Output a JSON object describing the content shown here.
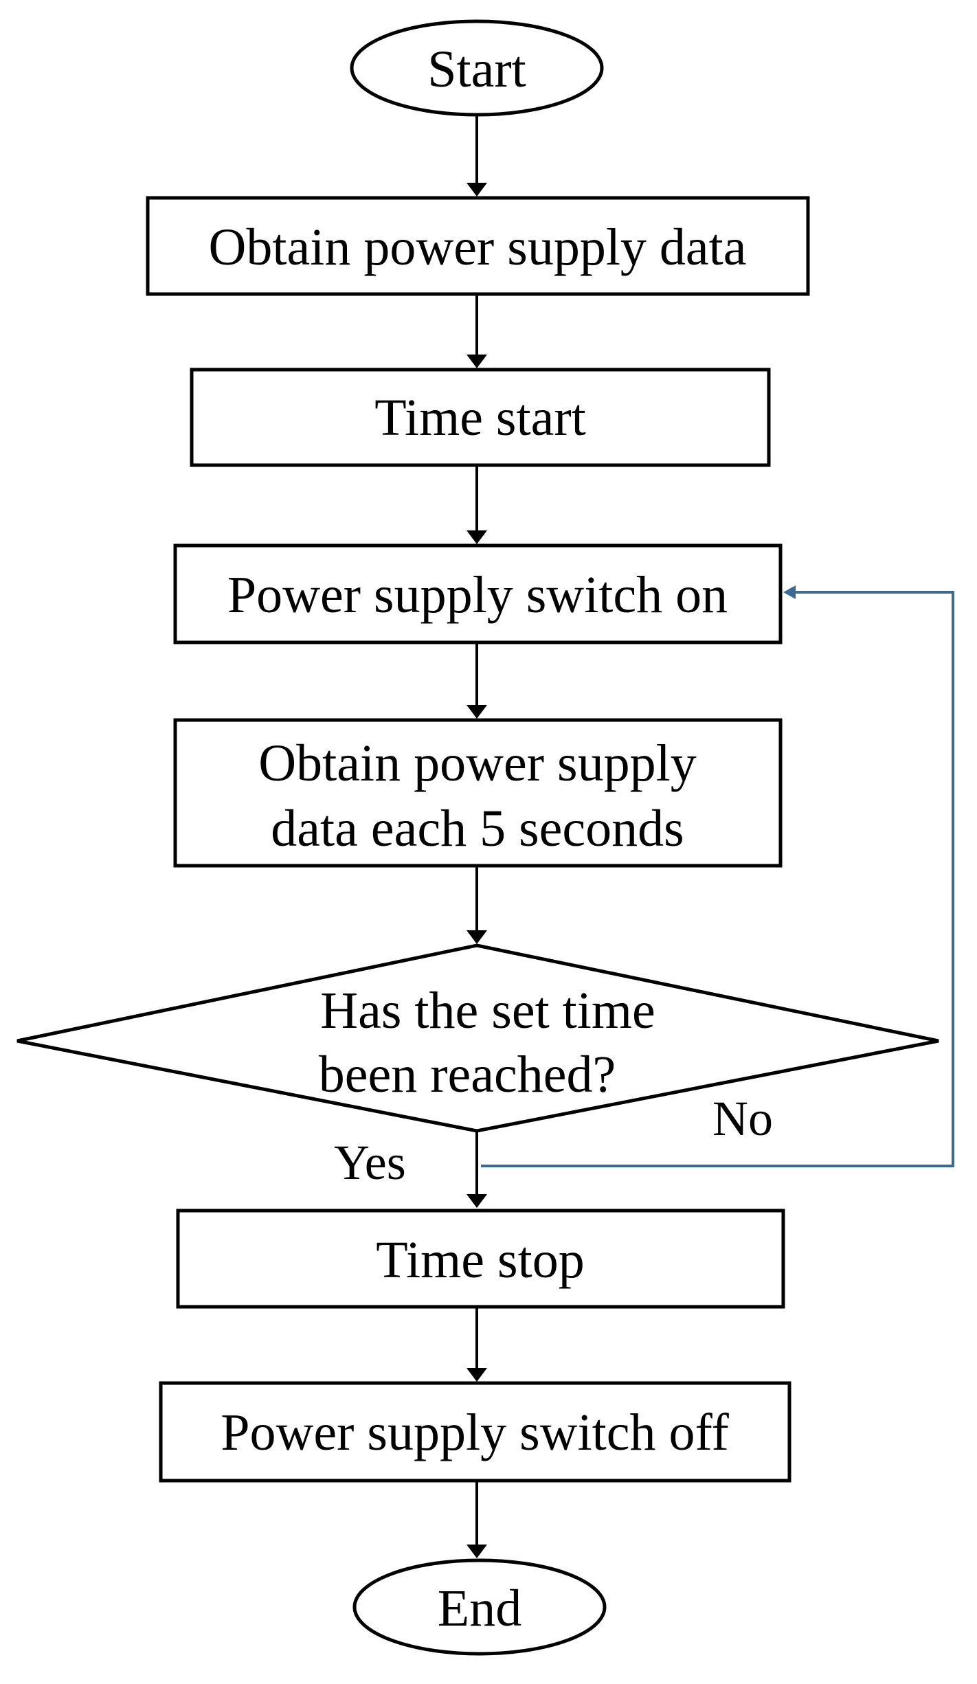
{
  "flowchart": {
    "start": "Start",
    "step_obtain_data": "Obtain power supply data",
    "step_time_start": "Time start",
    "step_switch_on": "Power supply switch on",
    "step_obtain_periodic_line1": "Obtain power supply",
    "step_obtain_periodic_line2": "data each 5 seconds",
    "decision_line1": "Has the set time",
    "decision_line2": "been reached?",
    "label_no": "No",
    "label_yes": "Yes",
    "step_time_stop": "Time stop",
    "step_switch_off": "Power supply switch off",
    "end": "End"
  },
  "colors": {
    "stroke": "#000000",
    "loop_connector": "#3d6a92",
    "background": "#ffffff"
  }
}
